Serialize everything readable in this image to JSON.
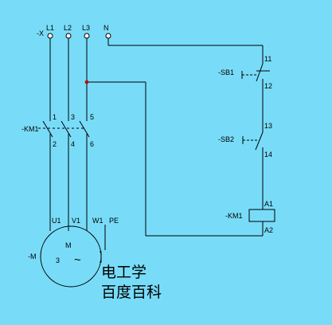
{
  "terminals": {
    "x": "-X",
    "l1": "L1",
    "l2": "L2",
    "l3": "L3",
    "n": "N"
  },
  "contactor_main": {
    "tag": "-KM1",
    "pin1": "1",
    "pin2": "2",
    "pin3": "3",
    "pin4": "4",
    "pin5": "5",
    "pin6": "6"
  },
  "motor": {
    "tag": "-M",
    "symbol": "M",
    "phases": "3",
    "ac_symbol": "~",
    "u1": "U1",
    "v1": "V1",
    "w1": "W1",
    "pe": "PE"
  },
  "sb1": {
    "tag": "-SB1",
    "pin_top": "11",
    "pin_bottom": "12"
  },
  "sb2": {
    "tag": "-SB2",
    "pin_top": "13",
    "pin_bottom": "14"
  },
  "coil": {
    "tag": "-KM1",
    "a1": "A1",
    "a2": "A2"
  },
  "watermark": {
    "line1": "电工学",
    "line2": "百度百科"
  },
  "colors": {
    "background": "#78dcf8",
    "wire": "#000000",
    "junction": "#c00000",
    "watermark": "#3aa0d8"
  }
}
